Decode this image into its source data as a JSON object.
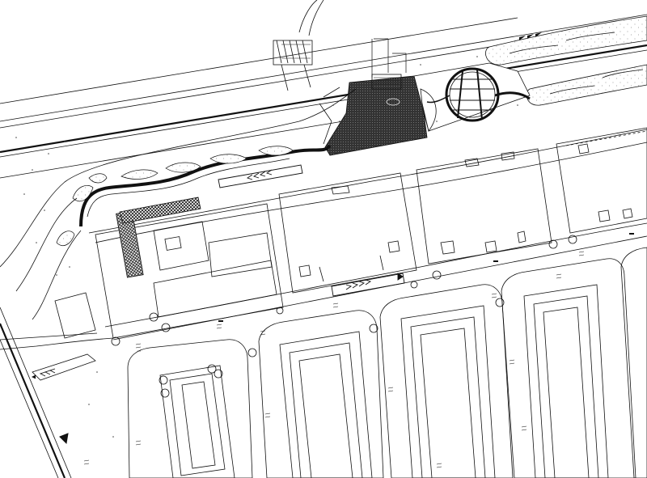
{
  "drawing": {
    "kind": "site plan (CAD linework)",
    "colors": {
      "line": "#111111",
      "paper": "#ffffff",
      "hatch": "#222222"
    }
  },
  "arrows": [
    {
      "id": "road-north",
      "direction": "east",
      "count": 3
    },
    {
      "id": "access-road",
      "direction": "west",
      "count": 4
    },
    {
      "id": "south-lane",
      "direction": "east",
      "count": 4
    },
    {
      "id": "west-exit",
      "direction": "west",
      "count": 3
    }
  ]
}
